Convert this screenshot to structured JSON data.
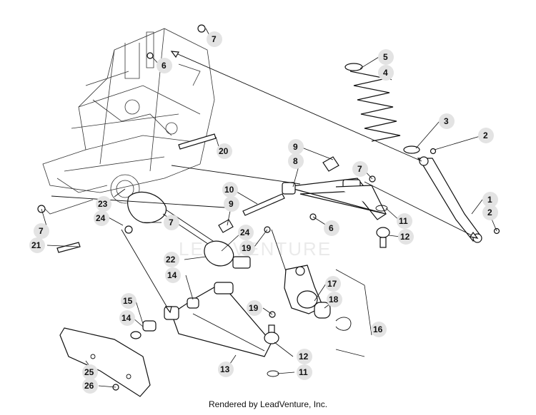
{
  "watermark": "LEADVENTURE",
  "footer": "Rendered by LeadVenture, Inc.",
  "callouts": [
    {
      "id": "c-7a",
      "label": "7"
    },
    {
      "id": "c-6a",
      "label": "6"
    },
    {
      "id": "c-5",
      "label": "5"
    },
    {
      "id": "c-4",
      "label": "4"
    },
    {
      "id": "c-3",
      "label": "3"
    },
    {
      "id": "c-2a",
      "label": "2"
    },
    {
      "id": "c-20",
      "label": "20"
    },
    {
      "id": "c-9a",
      "label": "9"
    },
    {
      "id": "c-8",
      "label": "8"
    },
    {
      "id": "c-7b",
      "label": "7"
    },
    {
      "id": "c-1",
      "label": "1"
    },
    {
      "id": "c-23",
      "label": "23"
    },
    {
      "id": "c-10",
      "label": "10"
    },
    {
      "id": "c-9b",
      "label": "9"
    },
    {
      "id": "c-11a",
      "label": "11"
    },
    {
      "id": "c-2b",
      "label": "2"
    },
    {
      "id": "c-7c",
      "label": "7"
    },
    {
      "id": "c-24a",
      "label": "24"
    },
    {
      "id": "c-7d",
      "label": "7"
    },
    {
      "id": "c-6b",
      "label": "6"
    },
    {
      "id": "c-12a",
      "label": "12"
    },
    {
      "id": "c-24b",
      "label": "24"
    },
    {
      "id": "c-21",
      "label": "21"
    },
    {
      "id": "c-19a",
      "label": "19"
    },
    {
      "id": "c-22",
      "label": "22"
    },
    {
      "id": "c-14a",
      "label": "14"
    },
    {
      "id": "c-17",
      "label": "17"
    },
    {
      "id": "c-15",
      "label": "15"
    },
    {
      "id": "c-18",
      "label": "18"
    },
    {
      "id": "c-19b",
      "label": "19"
    },
    {
      "id": "c-14b",
      "label": "14"
    },
    {
      "id": "c-16",
      "label": "16"
    },
    {
      "id": "c-12b",
      "label": "12"
    },
    {
      "id": "c-25",
      "label": "25"
    },
    {
      "id": "c-13",
      "label": "13"
    },
    {
      "id": "c-11b",
      "label": "11"
    },
    {
      "id": "c-26",
      "label": "26"
    }
  ]
}
